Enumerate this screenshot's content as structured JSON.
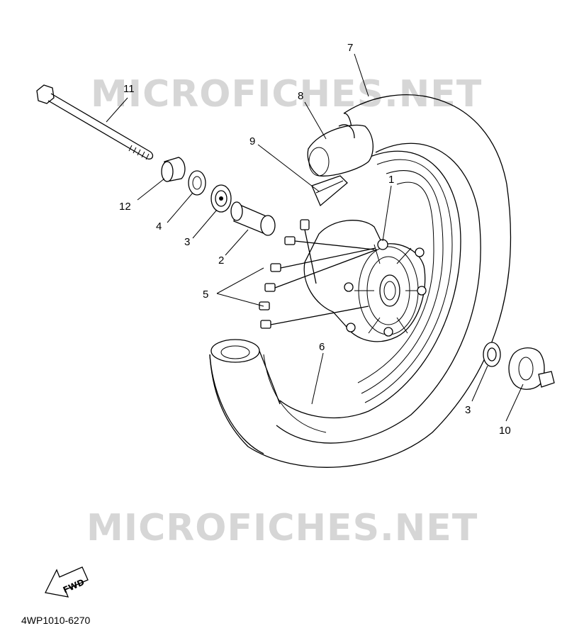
{
  "watermark": {
    "top": "MICROFICHES.NET",
    "bottom": "MICROFICHES.NET"
  },
  "parts": [
    {
      "id": "11",
      "label": "11",
      "name": "wheel axle"
    },
    {
      "id": "12",
      "label": "12",
      "name": "collar"
    },
    {
      "id": "4",
      "label": "4",
      "name": "oil seal"
    },
    {
      "id": "3a",
      "label": "3",
      "name": "bearing"
    },
    {
      "id": "2",
      "label": "2",
      "name": "spacer"
    },
    {
      "id": "5",
      "label": "5",
      "name": "balance weights"
    },
    {
      "id": "1",
      "label": "1",
      "name": "cast wheel"
    },
    {
      "id": "9",
      "label": "9",
      "name": "rim band"
    },
    {
      "id": "8",
      "label": "8",
      "name": "tube"
    },
    {
      "id": "7",
      "label": "7",
      "name": "tire"
    },
    {
      "id": "6",
      "label": "6",
      "name": "tire cross-section"
    },
    {
      "id": "3b",
      "label": "3",
      "name": "bearing right"
    },
    {
      "id": "10",
      "label": "10",
      "name": "meter gear unit"
    }
  ],
  "fwd_label": "FWD",
  "reference_code": "4WP1010-6270"
}
